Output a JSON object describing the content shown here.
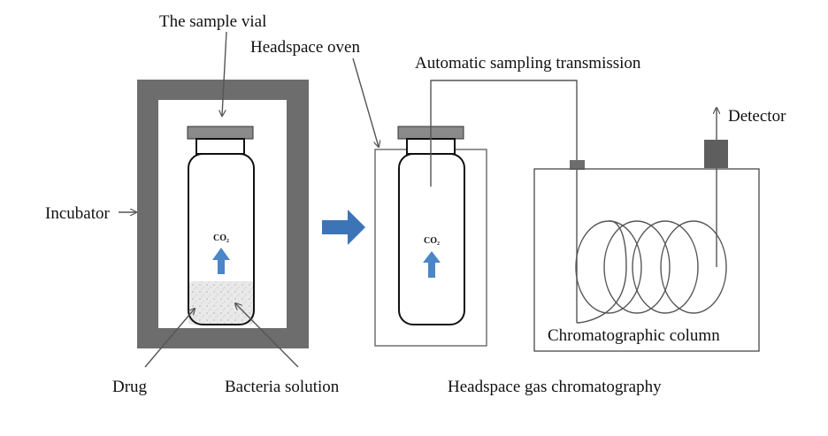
{
  "labels": {
    "sample_vial": "The sample vial",
    "headspace_oven": "Headspace oven",
    "automatic_sampling": "Automatic sampling transmission",
    "detector": "Detector",
    "incubator": "Incubator",
    "chromatographic_column": "Chromatographic column",
    "drug": "Drug",
    "bacteria_solution": "Bacteria solution",
    "headspace_gc": "Headspace gas chromatography",
    "co2_left": "CO₂",
    "co2_right": "CO₂"
  },
  "colors": {
    "incubator_frame": "#6d6d6d",
    "vial_cap": "#8a8a8a",
    "arrow_blue": "#4a86c8",
    "process_arrow": "#3d74b8",
    "detector_block": "#5e5e5e",
    "line": "#555555"
  }
}
